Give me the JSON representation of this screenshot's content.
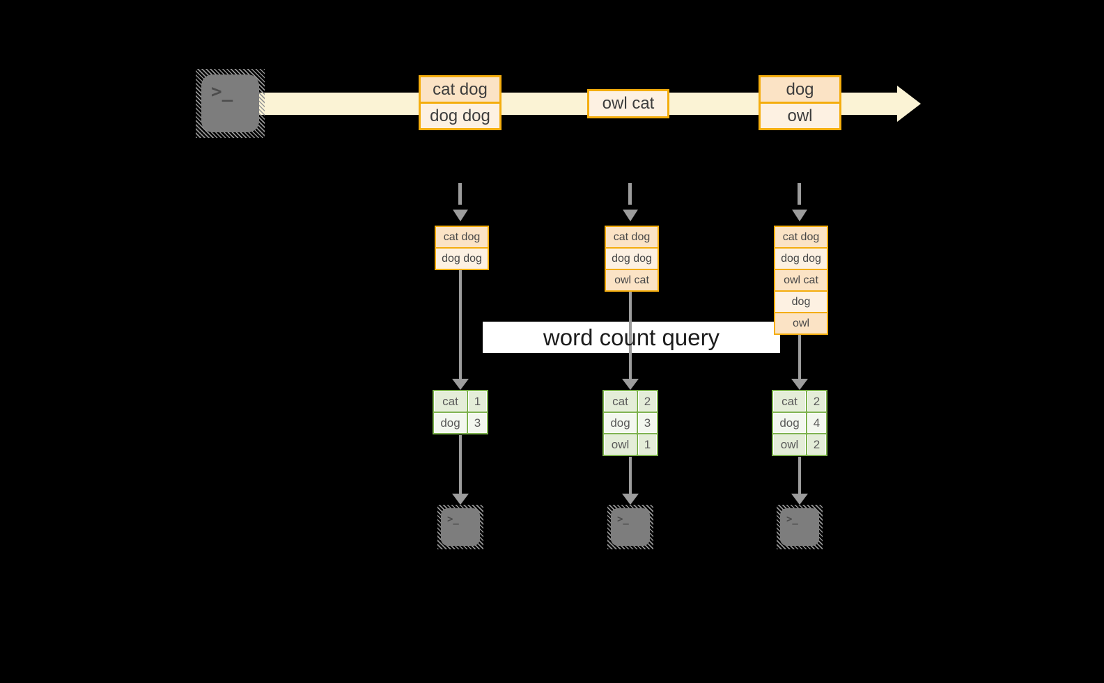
{
  "diagram": {
    "query_label": "word count query",
    "terminal_glyph": ">_",
    "stream_events": [
      {
        "lines": [
          "cat dog",
          "dog dog"
        ]
      },
      {
        "lines": [
          "owl cat"
        ]
      },
      {
        "lines": [
          "dog",
          "owl"
        ]
      }
    ],
    "snapshots": [
      {
        "buffer": [
          "cat dog",
          "dog dog"
        ],
        "counts": [
          {
            "word": "cat",
            "count": "1"
          },
          {
            "word": "dog",
            "count": "3"
          }
        ]
      },
      {
        "buffer": [
          "cat dog",
          "dog dog",
          "owl cat"
        ],
        "counts": [
          {
            "word": "cat",
            "count": "2"
          },
          {
            "word": "dog",
            "count": "3"
          },
          {
            "word": "owl",
            "count": "1"
          }
        ]
      },
      {
        "buffer": [
          "cat dog",
          "dog dog",
          "owl cat",
          "dog",
          "owl"
        ],
        "counts": [
          {
            "word": "cat",
            "count": "2"
          },
          {
            "word": "dog",
            "count": "4"
          },
          {
            "word": "owl",
            "count": "2"
          }
        ]
      }
    ],
    "colors": {
      "background": "#000000",
      "stream_band": "#fbf3d5",
      "orange_border": "#f4ad0d",
      "orange_fill_dark": "#fbe3c5",
      "orange_fill_light": "#fdf1e2",
      "green_border": "#7cb14c",
      "green_fill_dark": "#e4edd8",
      "green_fill_light": "#f3f7ef",
      "arrow_gray": "#9c9c9c",
      "terminal_gray": "#7d7d7d",
      "query_box_bg": "#ffffff"
    }
  }
}
